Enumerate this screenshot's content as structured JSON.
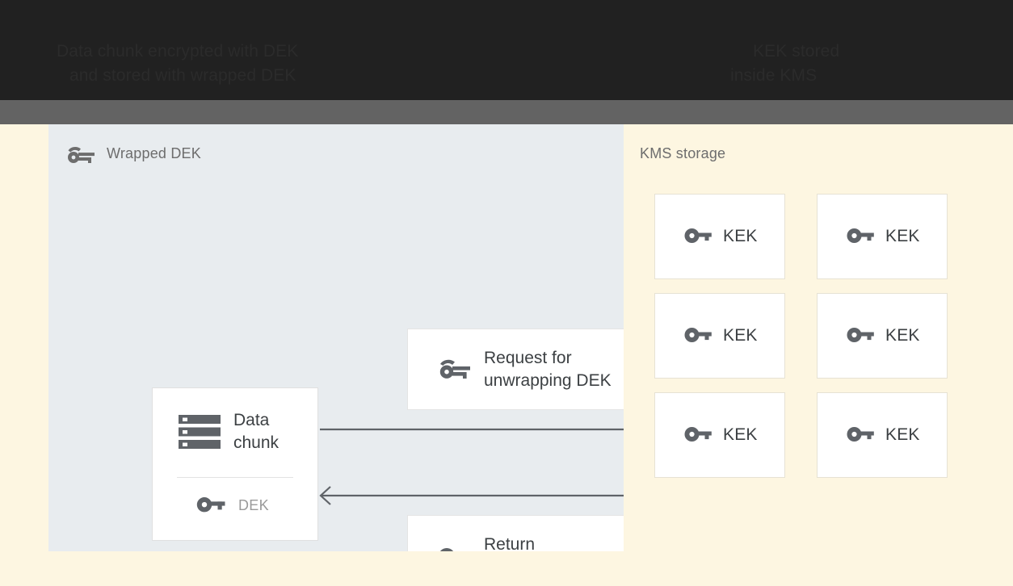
{
  "header": {
    "line1_left": "Data chunk encrypted with DEK",
    "line2_left": "and stored with wrapped DEK",
    "line1_right": "KEK stored",
    "line2_right": "inside KMS",
    "bar_color": "#636363",
    "bg_color": "#212121"
  },
  "left_panel": {
    "title": "Wrapped DEK",
    "title_icon": "wrapped-key-icon",
    "bg_color": "#e8ecef",
    "data_card": {
      "icon": "storage-icon",
      "label": "Data\nchunk",
      "key_icon": "key-icon",
      "key_label": "DEK"
    },
    "messages": [
      {
        "id": "request",
        "icon": "wrapped-key-icon",
        "label": "Request for\nunwrapping DEK"
      },
      {
        "id": "return",
        "icon": "key-icon",
        "label": "Return\nunwrapped DEK"
      }
    ],
    "arrows": [
      {
        "id": "request-arrow",
        "direction": "right"
      },
      {
        "id": "return-arrow",
        "direction": "left"
      }
    ]
  },
  "right_panel": {
    "title": "KMS storage",
    "bg_color": "#fdf6e1",
    "keys": [
      {
        "icon": "key-icon",
        "label": "KEK"
      },
      {
        "icon": "key-icon",
        "label": "KEK"
      },
      {
        "icon": "key-icon",
        "label": "KEK"
      },
      {
        "icon": "key-icon",
        "label": "KEK"
      },
      {
        "icon": "key-icon",
        "label": "KEK"
      },
      {
        "icon": "key-icon",
        "label": "KEK"
      }
    ]
  },
  "colors": {
    "icon_gray": "#5f6368",
    "text_dark": "#3c4043",
    "text_muted": "#6d6d6d",
    "card_tail": "#dcdcdc",
    "arrow": "#5f6368"
  }
}
